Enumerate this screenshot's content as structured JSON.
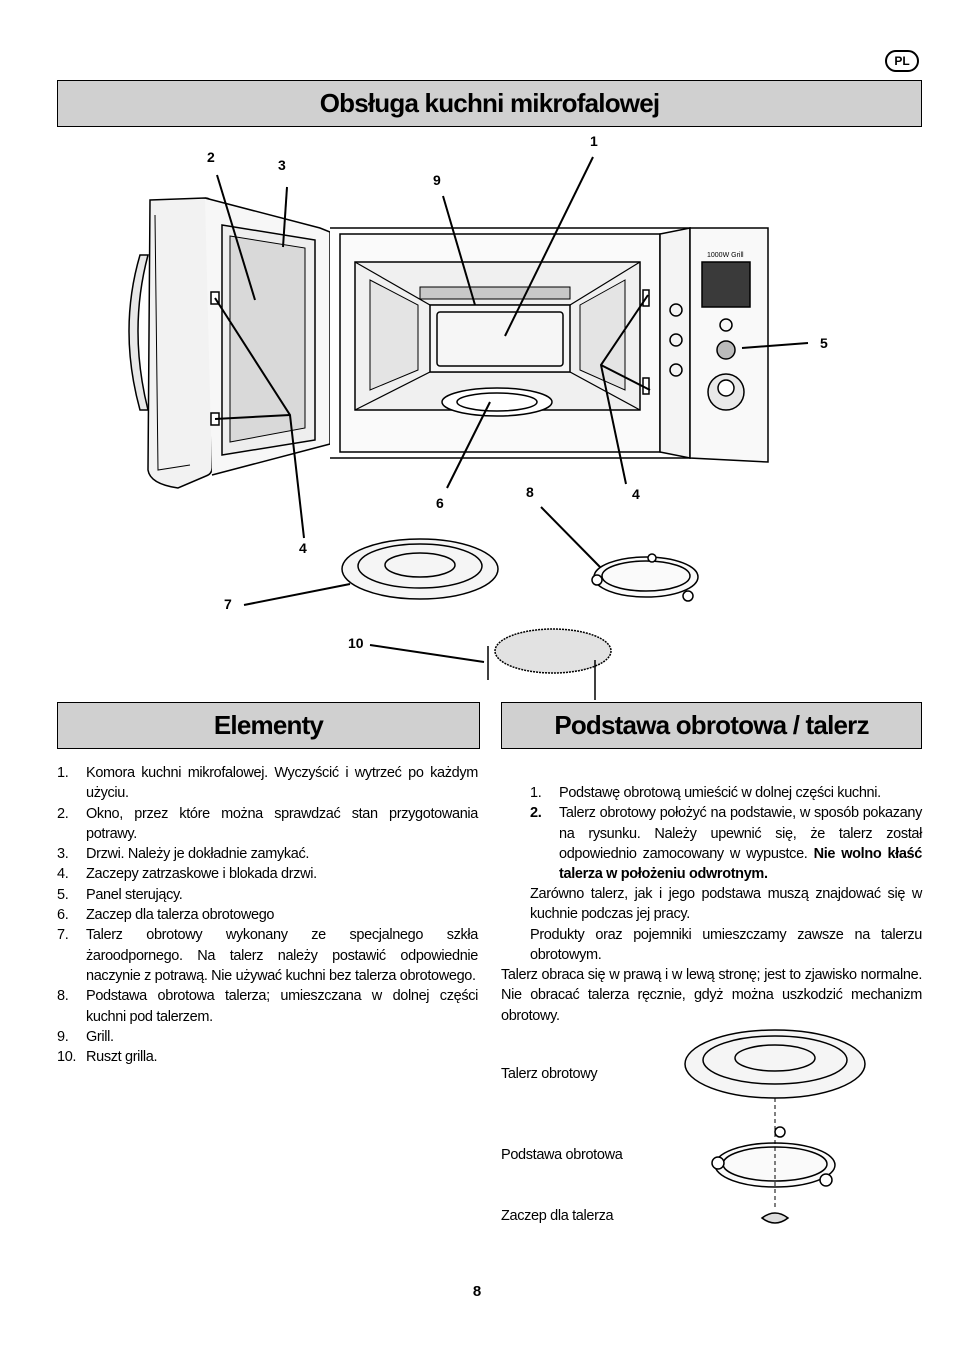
{
  "badge": "PL",
  "title": "Obsługa kuchni mikrofalowej",
  "panel_text": {
    "power": "1000W Grill"
  },
  "callouts": {
    "c1": "1",
    "c2": "2",
    "c3": "3",
    "c4a": "4",
    "c4b": "4",
    "c5": "5",
    "c6": "6",
    "c7": "7",
    "c8": "8",
    "c9": "9",
    "c10": "10"
  },
  "elements": {
    "heading": "Elementy",
    "items": [
      {
        "num": "1.",
        "text": "Komora kuchni mikrofalowej. Wyczyścić i wytrzeć po każdym użyciu."
      },
      {
        "num": "2.",
        "text": "Okno, przez które można sprawdzać stan przygotowania potrawy."
      },
      {
        "num": "3.",
        "text": "Drzwi. Należy je dokładnie zamykać."
      },
      {
        "num": "4.",
        "text": "Zaczepy zatrzaskowe i blokada drzwi."
      },
      {
        "num": "5.",
        "text": "Panel sterujący."
      },
      {
        "num": "6.",
        "text": "Zaczep dla talerza obrotowego"
      },
      {
        "num": "7.",
        "text": "Talerz obrotowy wykonany ze specjalnego szkła żaroodpornego. Na talerz należy postawić odpowiednie naczynie z potrawą. Nie używać kuchni bez talerza obrotowego."
      },
      {
        "num": "8.",
        "text": "Podstawa obrotowa talerza; umieszczana w dolnej części kuchni pod talerzem."
      },
      {
        "num": "9.",
        "text": "Grill."
      },
      {
        "num": "10.",
        "text": "Ruszt grilla."
      }
    ]
  },
  "base": {
    "heading": "Podstawa obrotowa / talerz",
    "step1_num": "1.",
    "step1": "Podstawę obrotową umieścić w dolnej części kuchni.",
    "step2_num": "2.",
    "step2": "Talerz obrotowy położyć na podstawie, w sposób pokazany na rysunku. Należy upewnić się, że talerz został odpowiednio zamocowany w wypustce.",
    "step2_bold": "Nie wolno kłaść talerza w położeniu odwrotnym.",
    "para_both": "Zarówno talerz, jak i jego podstawa muszą znajdować się w kuchnie podczas jej pracy.",
    "para_products": "Produkty oraz pojemniki umieszczamy zawsze na talerzu obrotowym.",
    "para_rotate": "Talerz obraca się w prawą i w lewą stronę; jest to zjawisko normalne. Nie obracać talerza ręcznie, gdyż można uszkodzić mechanizm obrotowy.",
    "captions": {
      "plate": "Talerz obrotowy",
      "ring": "Podstawa obrotowa",
      "hook": "Zaczep dla talerza"
    }
  },
  "page_number": "8"
}
